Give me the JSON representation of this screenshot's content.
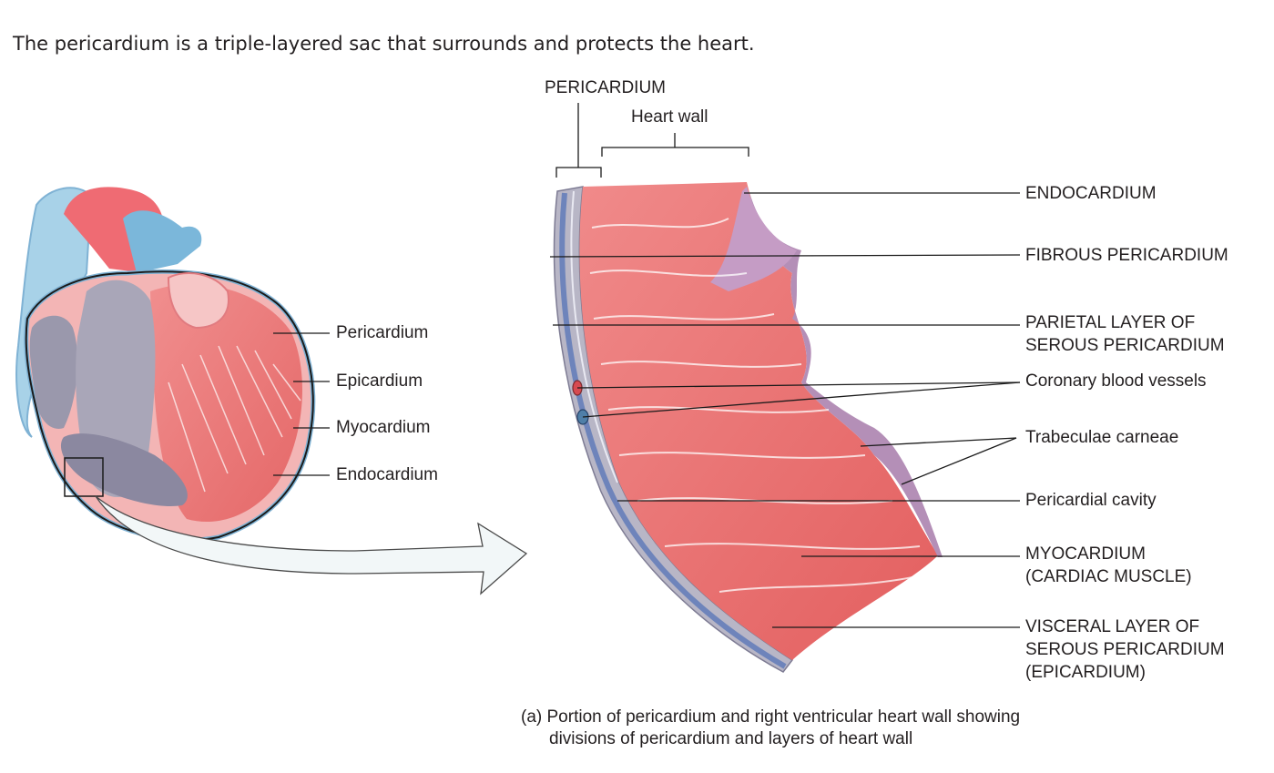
{
  "headline": "The pericardium is a triple-layered sac that surrounds and protects the heart.",
  "left_labels": {
    "pericardium": "Pericardium",
    "epicardium": "Epicardium",
    "myocardium": "Myocardium",
    "endocardium": "Endocardium"
  },
  "top_labels": {
    "pericardium": "PERICARDIUM",
    "heart_wall": "Heart wall"
  },
  "right_labels": {
    "endocardium": "ENDOCARDIUM",
    "fibrous_pericardium": "FIBROUS PERICARDIUM",
    "parietal_line1": "PARIETAL LAYER OF",
    "parietal_line2": "SEROUS PERICARDIUM",
    "coronary_vessels": "Coronary blood vessels",
    "trabeculae": "Trabeculae carneae",
    "pericardial_cavity": "Pericardial cavity",
    "myocardium_line1": "MYOCARDIUM",
    "myocardium_line2": "(CARDIAC MUSCLE)",
    "visceral_line1": "VISCERAL LAYER OF",
    "visceral_line2": "SEROUS PERICARDIUM",
    "visceral_line3": "(EPICARDIUM)"
  },
  "caption": {
    "line1": "(a) Portion of pericardium and right ventricular heart wall showing",
    "line2": "divisions of pericardium and layers of heart wall"
  }
}
